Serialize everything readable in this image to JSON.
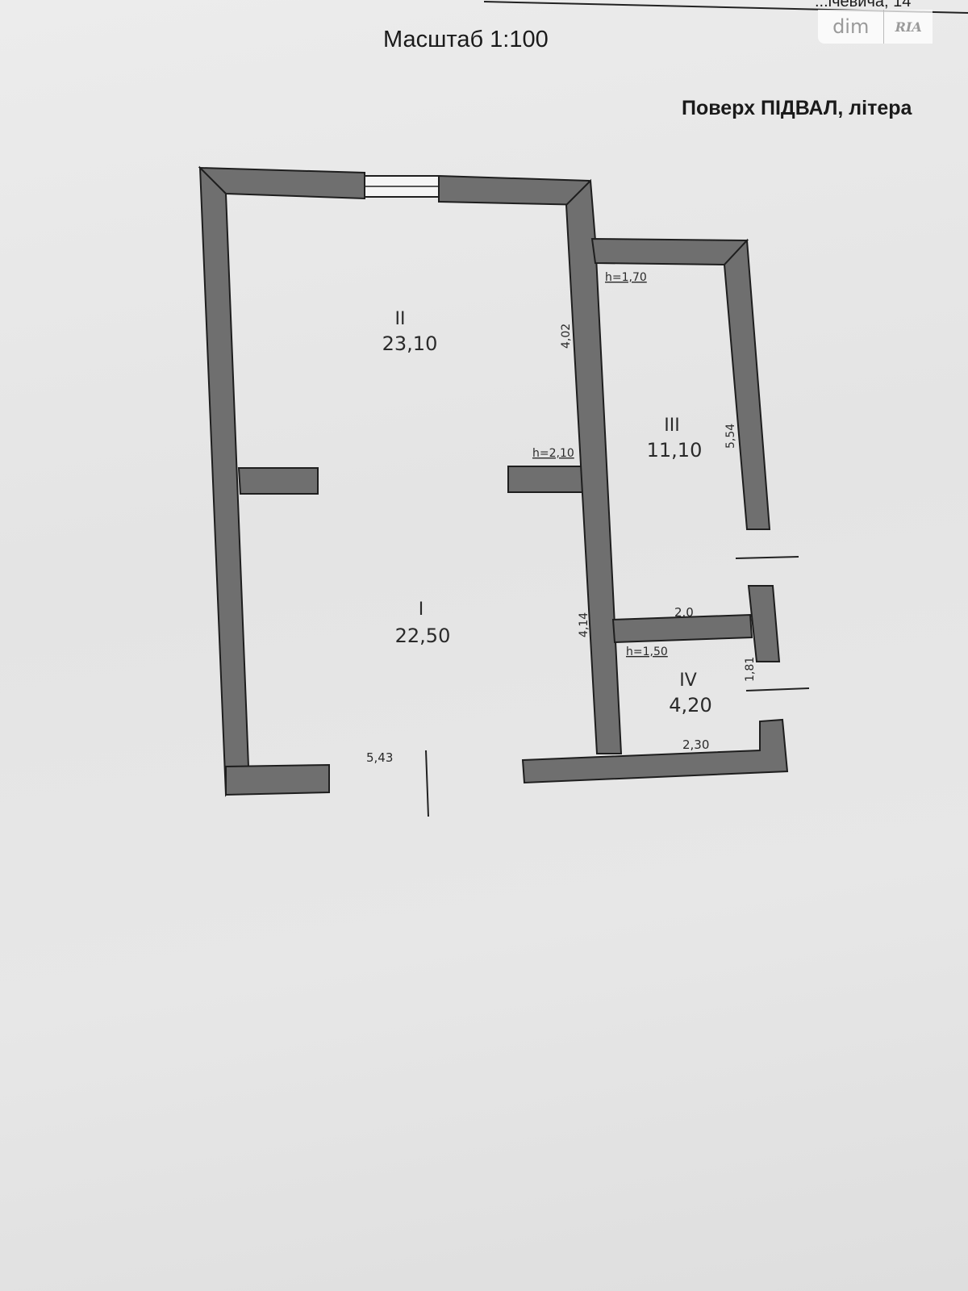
{
  "header": {
    "top_cut_text": "...ічевича, 14",
    "scale": "Масштаб 1:100",
    "floor": "Поверх ПІДВАЛ, літера"
  },
  "watermark": {
    "left": "dim",
    "right": "RIA"
  },
  "rooms": [
    {
      "number": "I",
      "area": "22,50"
    },
    {
      "number": "II",
      "area": "23,10"
    },
    {
      "number": "III",
      "area": "11,10"
    },
    {
      "number": "IV",
      "area": "4,20"
    }
  ],
  "heights": {
    "h1": "h=2,10",
    "h2": "h=1,70",
    "h3": "h=1,50"
  },
  "dimensions": {
    "d1": "4,02",
    "d2": "4,14",
    "d3": "5,54",
    "d4": "2.0",
    "d5": "1,81",
    "d6": "2,30",
    "d7": "5,43"
  },
  "colors": {
    "wall": "#6f6f6f",
    "paper": "#e9e9e9"
  }
}
